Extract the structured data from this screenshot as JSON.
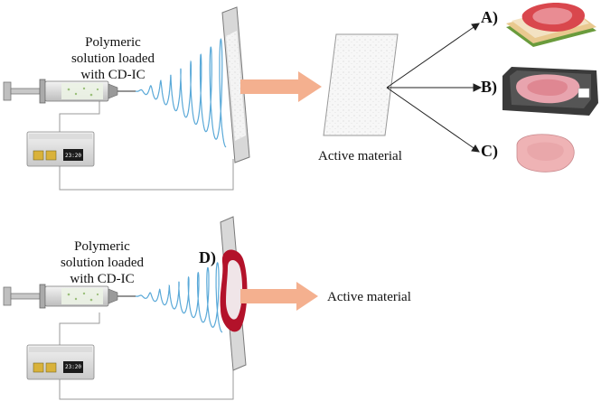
{
  "top": {
    "solution_label_line1": "Polymeric",
    "solution_label_line2": "solution loaded",
    "solution_label_line3": "with CD-IC",
    "output_label": "Active material",
    "label_a": "A)",
    "label_b": "B)",
    "label_c": "C)"
  },
  "bottom": {
    "solution_label_line1": "Polymeric",
    "solution_label_line2": "solution loaded",
    "solution_label_line3": "with CD-IC",
    "label_d": "D)",
    "output_label": "Active material"
  },
  "device": {
    "display_text": "23:20"
  },
  "colors": {
    "arrow": "#f4b08f",
    "jet": "#5aa9d8",
    "collector": "#d8d8d8",
    "meat": "#d9474d",
    "meat_light": "#f0a9b0",
    "tray": "#3a3a3a",
    "plate_green": "#6a9b3c",
    "plate_tan": "#e9c98f"
  }
}
